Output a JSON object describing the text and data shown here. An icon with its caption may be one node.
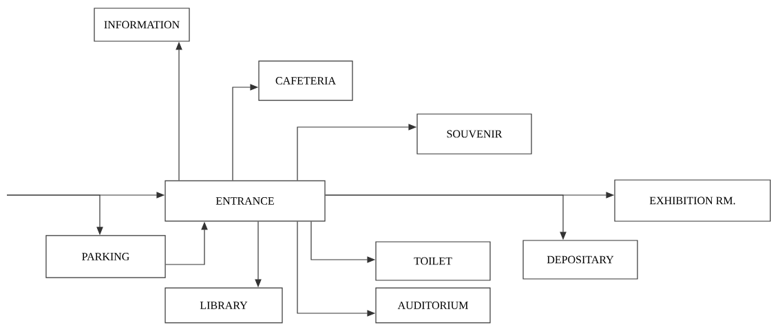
{
  "diagram": {
    "nodes": [
      {
        "text": [
          "INFORMATION"
        ]
      },
      {
        "text": [
          "CAFETERIA"
        ]
      },
      {
        "text": [
          "SOUVENIR"
        ]
      },
      {
        "text": [
          "ENTRANCE"
        ]
      },
      {
        "text": [
          "EXHIBITION RM."
        ]
      },
      {
        "text": [
          "PARKING"
        ]
      },
      {
        "text": [
          "TOILET"
        ]
      },
      {
        "text": [
          "DEPOSITARY"
        ]
      },
      {
        "text": [
          "LIBRARY"
        ]
      },
      {
        "text": [
          "AUDITORIUM"
        ]
      }
    ],
    "edges": [
      {
        "from": null,
        "to": 3,
        "arrow": "to"
      },
      {
        "from": null,
        "to": 5,
        "arrow": "to"
      },
      {
        "from": 5,
        "to": 3,
        "arrow": "to"
      },
      {
        "from": 3,
        "to": 0,
        "arrow": "to"
      },
      {
        "from": 3,
        "to": 1,
        "arrow": "to"
      },
      {
        "from": 3,
        "to": 2,
        "arrow": "to"
      },
      {
        "from": 3,
        "to": 4,
        "arrow": "to"
      },
      {
        "from": 3,
        "to": 7,
        "arrow": "to"
      },
      {
        "from": 3,
        "to": 8,
        "arrow": "to"
      },
      {
        "from": 3,
        "to": 6,
        "arrow": "to"
      },
      {
        "from": 3,
        "to": 9,
        "arrow": "to"
      }
    ]
  }
}
